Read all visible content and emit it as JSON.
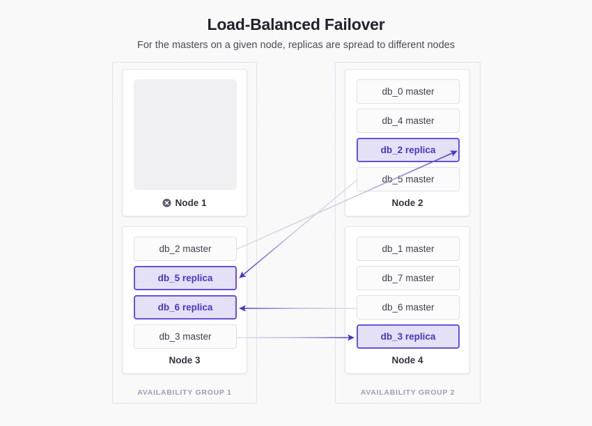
{
  "header": {
    "title": "Load-Balanced Failover",
    "subtitle": "For the masters on a given node, replicas are spread to different nodes"
  },
  "colors": {
    "background": "#f9f9fa",
    "replica_border": "#6b4fd8",
    "replica_fill": "#e4e1f7",
    "replica_text": "#4c33bf",
    "master_border": "#e0e0e6",
    "master_fill": "#fbfbfc",
    "master_text": "#3f3f4c",
    "arrow_purple": "#4c33bf",
    "arrow_grey": "#d8d8de",
    "group_label": "#9d9db4",
    "failed_icon": "#5c5c6e"
  },
  "availability_groups": [
    {
      "id": "ag1",
      "label": "AVAILABILITY GROUP 1"
    },
    {
      "id": "ag2",
      "label": "AVAILABILITY GROUP 2"
    }
  ],
  "nodes": [
    {
      "id": "node1",
      "label": "Node 1",
      "status": "failed",
      "status_icon": "x-circle-icon",
      "empty": true,
      "databases": []
    },
    {
      "id": "node2",
      "label": "Node 2",
      "status": "ok",
      "empty": false,
      "databases": [
        {
          "label": "db_0 master",
          "role": "master"
        },
        {
          "label": "db_4 master",
          "role": "master"
        },
        {
          "label": "db_2 replica",
          "role": "replica"
        },
        {
          "label": "db_5 master",
          "role": "master"
        }
      ]
    },
    {
      "id": "node3",
      "label": "Node 3",
      "status": "ok",
      "empty": false,
      "databases": [
        {
          "label": "db_2 master",
          "role": "master"
        },
        {
          "label": "db_5 replica",
          "role": "replica"
        },
        {
          "label": "db_6 replica",
          "role": "replica"
        },
        {
          "label": "db_3 master",
          "role": "master"
        }
      ]
    },
    {
      "id": "node4",
      "label": "Node 4",
      "status": "ok",
      "empty": false,
      "databases": [
        {
          "label": "db_1 master",
          "role": "master"
        },
        {
          "label": "db_7 master",
          "role": "master"
        },
        {
          "label": "db_6 master",
          "role": "master"
        },
        {
          "label": "db_3 replica",
          "role": "replica"
        }
      ]
    }
  ],
  "connections": [
    {
      "id": "conn-db2",
      "from": "node3.db_2 master",
      "to": "node2.db_2 replica",
      "style": "grey-to-purple"
    },
    {
      "id": "conn-db5",
      "from": "node2.db_5 master",
      "to": "node3.db_5 replica",
      "style": "grey-to-purple"
    },
    {
      "id": "conn-db6",
      "from": "node4.db_6 master",
      "to": "node3.db_6 replica",
      "style": "grey-to-purple"
    },
    {
      "id": "conn-db3",
      "from": "node3.db_3 master",
      "to": "node4.db_3 replica",
      "style": "grey-to-purple"
    }
  ]
}
